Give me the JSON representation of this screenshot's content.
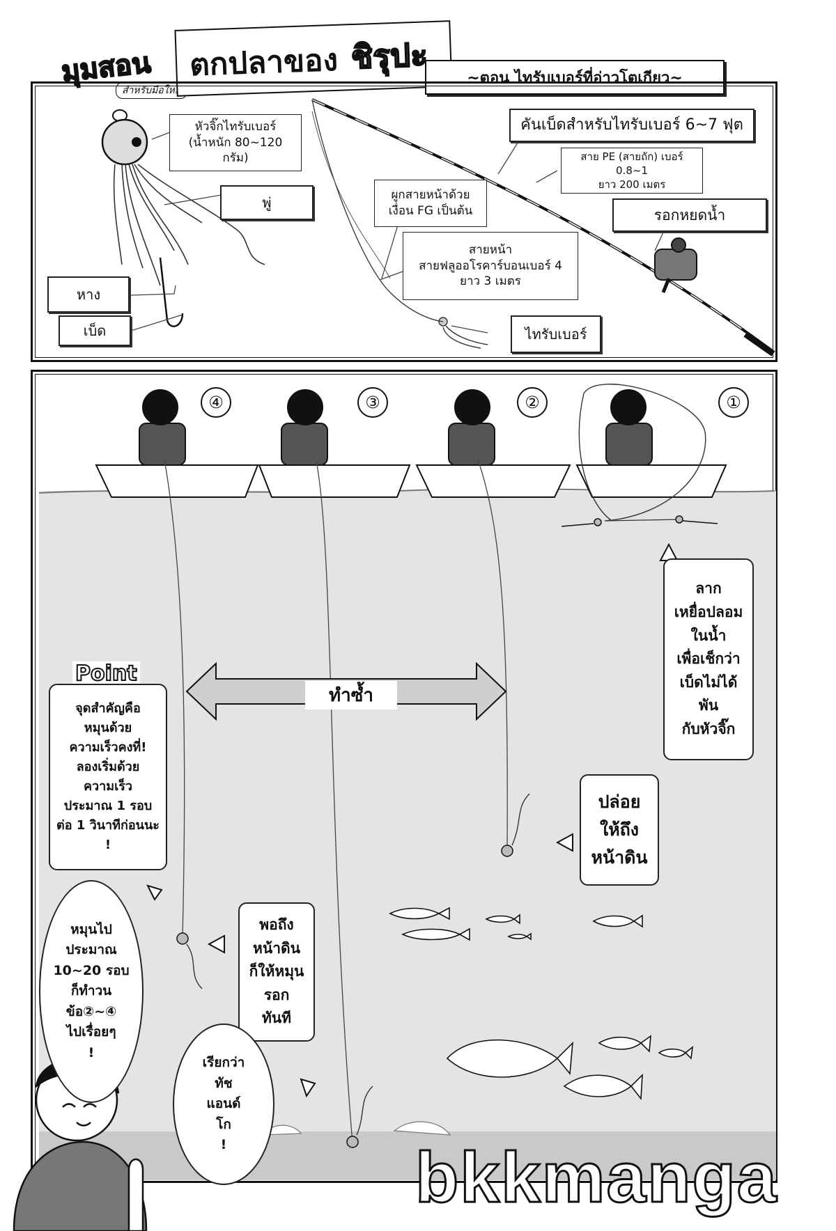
{
  "header": {
    "corner_title": "มุมสอน",
    "corner_subtitle": "สำหรับมือใหม่",
    "main_title_prefix": "ตกปลาของ",
    "main_title_name": "ชิรุปะ",
    "episode": "~ตอน ไทรับเบอร์ที่อ่าวโตเกียว~"
  },
  "tackle_diagram": {
    "labels": {
      "jig_head": "หัวจิ๊กไทรับเบอร์\n(น้ำหนัก 80~120 กรัม)",
      "skirt": "พู่",
      "tail": "หาง",
      "hook": "เบ็ด",
      "knot": "ผูกสายหน้าด้วย\nเงื่อน FG เป็นต้น",
      "leader": "สายหน้า\nสายฟลูออโรคาร์บอนเบอร์ 4\nยาว 3 เมตร",
      "lure": "ไทรับเบอร์",
      "rod": "คันเบ็ดสำหรับไทรับเบอร์ 6~7 ฟุต",
      "main_line": "สาย PE (สายถัก) เบอร์ 0.8~1\nยาว 200 เมตร",
      "reel": "รอกหยดน้ำ"
    }
  },
  "steps_diagram": {
    "step_numbers": [
      "④",
      "③",
      "②",
      "①"
    ],
    "repeat_label": "ทำซ้ำ",
    "callouts": {
      "drag_check": "ลาก\nเหยื่อปลอม\nในน้ำ\nเพื่อเช็กว่า\nเบ็ดไม่ได้พัน\nกับหัวจิ๊ก",
      "drop": "ปล่อย\nให้ถึง\nหน้าดิน",
      "reel_in": "พอถึง\nหน้าดิน\nก็ให้หมุน\nรอก\nทันที",
      "point_title": "Point",
      "point_text": "จุดสำคัญคือ\nหมุนด้วย\nความเร็วคงที่!\nลองเริ่มด้วย\nความเร็ว\nประมาณ 1 รอบ\nต่อ 1 วินาทีก่อนนะ\n!"
    },
    "bubbles": {
      "repeat_turns": "หมุนไป\nประมาณ\n10~20 รอบ\nก็ทำวน\nข้อ②~④\nไปเรื่อยๆ\n!",
      "touch_and_go": "เรียกว่า\nทัช\nแอนด์\nโก\n!"
    }
  },
  "watermark": "bkkmanga"
}
